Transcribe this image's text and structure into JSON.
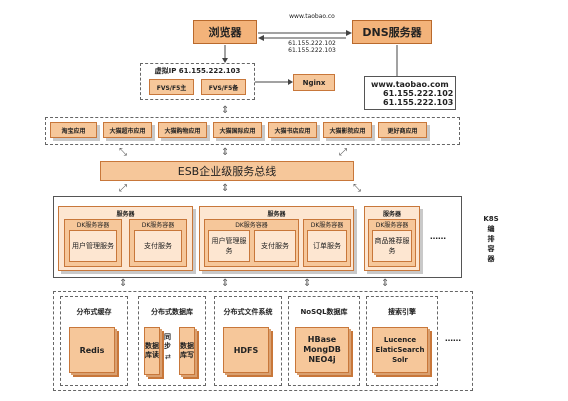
{
  "browser": {
    "label": "浏览器"
  },
  "dns": {
    "label": "DNS服务器"
  },
  "dns_query": {
    "domain": "www.taobao.co",
    "ip1": "61.155.222.102",
    "ip2": "61.155.222.103"
  },
  "dns_record": {
    "domain": "www.taobao.com",
    "ip1": "61.155.222.102",
    "ip2": "61.155.222.103"
  },
  "vip": {
    "title": "虚拟IP 61.155.222.103",
    "main": "FVS/F5主",
    "backup": "FVS/F5备"
  },
  "nginx": {
    "label": "Nginx"
  },
  "apps": [
    "淘宝应用",
    "大猫超市应用",
    "大猫购物应用",
    "大猫国际应用",
    "大猫书店应用",
    "大猫影院应用",
    "更好商应用"
  ],
  "esb": {
    "label": "ESB企业级服务总线"
  },
  "k8s": {
    "label": "K8S 编 排 容 器"
  },
  "servers": {
    "s1": {
      "title": "服务器",
      "c1_header": "DK服务容器",
      "c1_body": "用户管理服务",
      "c2_header": "DK服务容器",
      "c2_body": "支付服务"
    },
    "s2": {
      "title": "服务器",
      "c1_header": "DK服务容器",
      "c1a": "用户管理服务",
      "c1b": "支付服务",
      "c2_header": "DK服务容器",
      "c2_body": "订单服务"
    },
    "s3": {
      "title": "服务器",
      "c1_header": "DK服务容器",
      "c1_body": "商品推荐服务"
    },
    "ellipsis": "……"
  },
  "storage": {
    "cache": {
      "title": "分布式缓存",
      "body": "Redis"
    },
    "db": {
      "title": "分布式数据库",
      "left": "数据库读",
      "sync": "同步",
      "right": "数据库写"
    },
    "fs": {
      "title": "分布式文件系统",
      "body": "HDFS"
    },
    "nosql": {
      "title": "NoSQL数据库",
      "l1": "HBase",
      "l2": "MongDB",
      "l3": "NEO4j"
    },
    "search": {
      "title": "搜索引擎",
      "l1": "Lucence",
      "l2": "ElaticSearch",
      "l3": "Solr"
    },
    "ellipsis": "……"
  }
}
